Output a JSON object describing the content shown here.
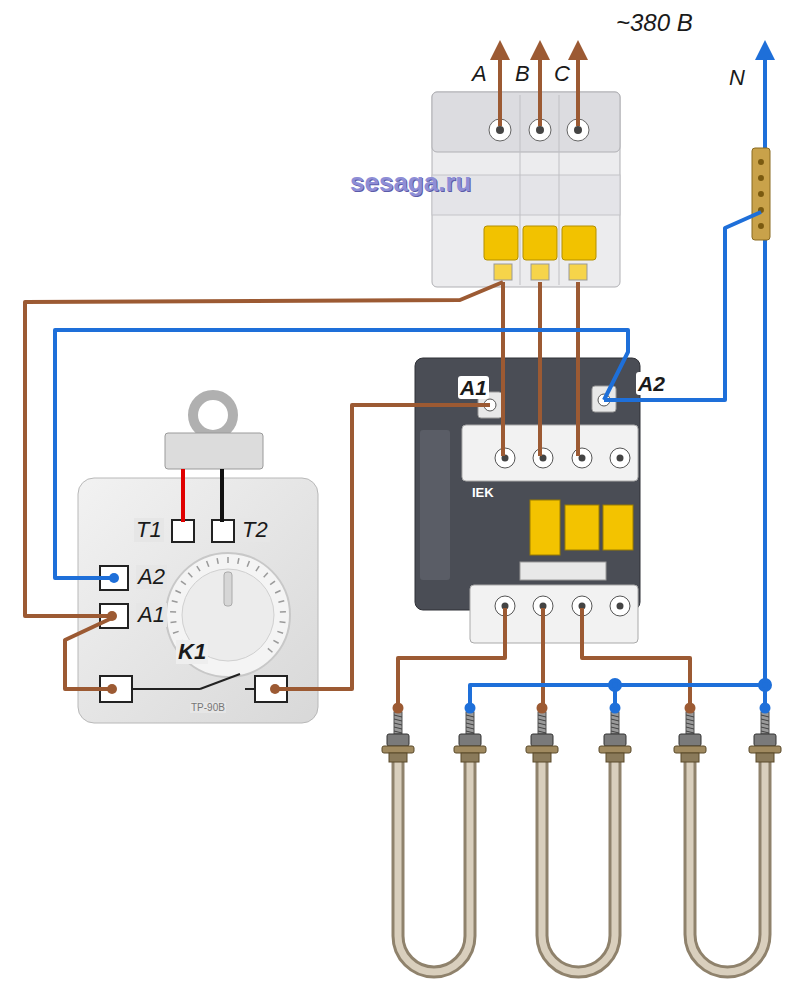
{
  "diagram": {
    "labels": [
      "~380 В",
      "A",
      "B",
      "C",
      "N",
      "sesaga.ru",
      "A1",
      "A2",
      "IEK",
      "T1",
      "T2",
      "A2",
      "A1",
      "K1",
      "ТР-90В"
    ]
  }
}
